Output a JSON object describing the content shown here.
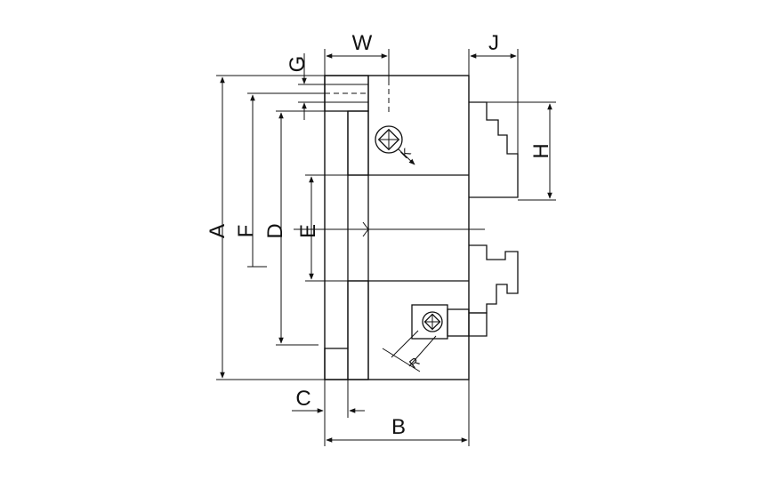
{
  "diagram": {
    "dimension_labels": {
      "A": "A",
      "B": "B",
      "C": "C",
      "D": "D",
      "E": "E",
      "F": "F",
      "G": "G",
      "H": "H",
      "J": "J",
      "K": "K",
      "R": "R",
      "W": "W"
    }
  }
}
